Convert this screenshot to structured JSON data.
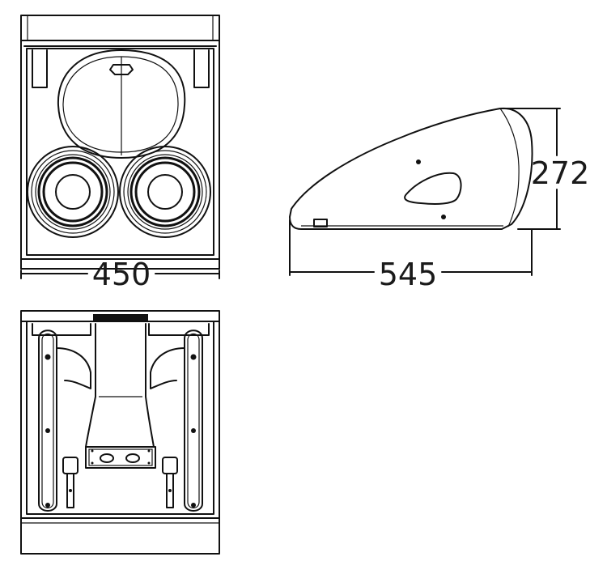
{
  "dimensions": {
    "front_width": "450",
    "side_depth": "545",
    "side_height": "272"
  },
  "colors": {
    "line": "#111111",
    "background": "#ffffff"
  }
}
